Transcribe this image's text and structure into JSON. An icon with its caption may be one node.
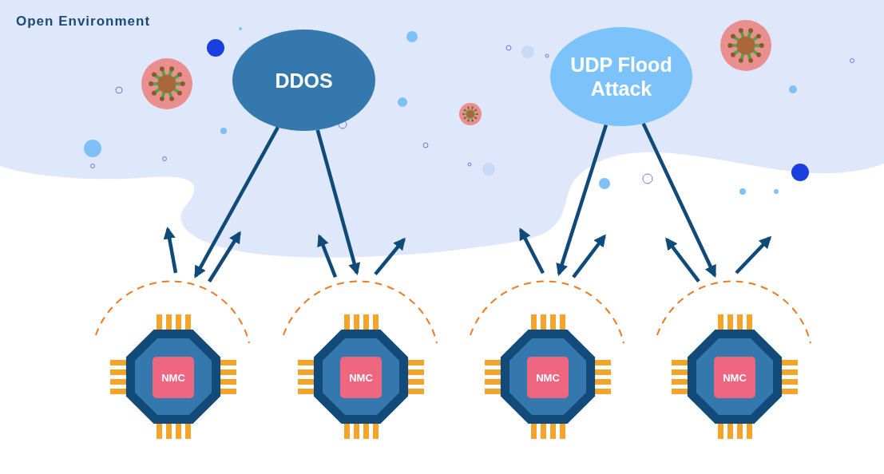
{
  "diagram": {
    "nodes": [
      {
        "text": [
          "DDOS"
        ]
      },
      {
        "text": [
          "UDP Flood Attack"
        ]
      },
      {
        "text": [
          "NMC"
        ]
      },
      {
        "text": [
          "NMC"
        ]
      },
      {
        "text": [
          "NMC"
        ]
      },
      {
        "text": [
          "NMC"
        ]
      }
    ],
    "edges": [
      {
        "from": 0,
        "to": 2,
        "arrow": "to"
      },
      {
        "from": 0,
        "to": 3,
        "arrow": "to"
      },
      {
        "from": 1,
        "to": 4,
        "arrow": "to"
      },
      {
        "from": 1,
        "to": 5,
        "arrow": "to"
      },
      {
        "from": 2,
        "to": null,
        "arrow": "to"
      },
      {
        "from": 2,
        "to": null,
        "arrow": "to"
      },
      {
        "from": 3,
        "to": null,
        "arrow": "to"
      },
      {
        "from": 3,
        "to": null,
        "arrow": "to"
      },
      {
        "from": 4,
        "to": null,
        "arrow": "to"
      },
      {
        "from": 4,
        "to": null,
        "arrow": "to"
      },
      {
        "from": 5,
        "to": null,
        "arrow": "to"
      },
      {
        "from": 5,
        "to": null,
        "arrow": "to"
      }
    ],
    "labels": [
      "Open Environment"
    ]
  }
}
